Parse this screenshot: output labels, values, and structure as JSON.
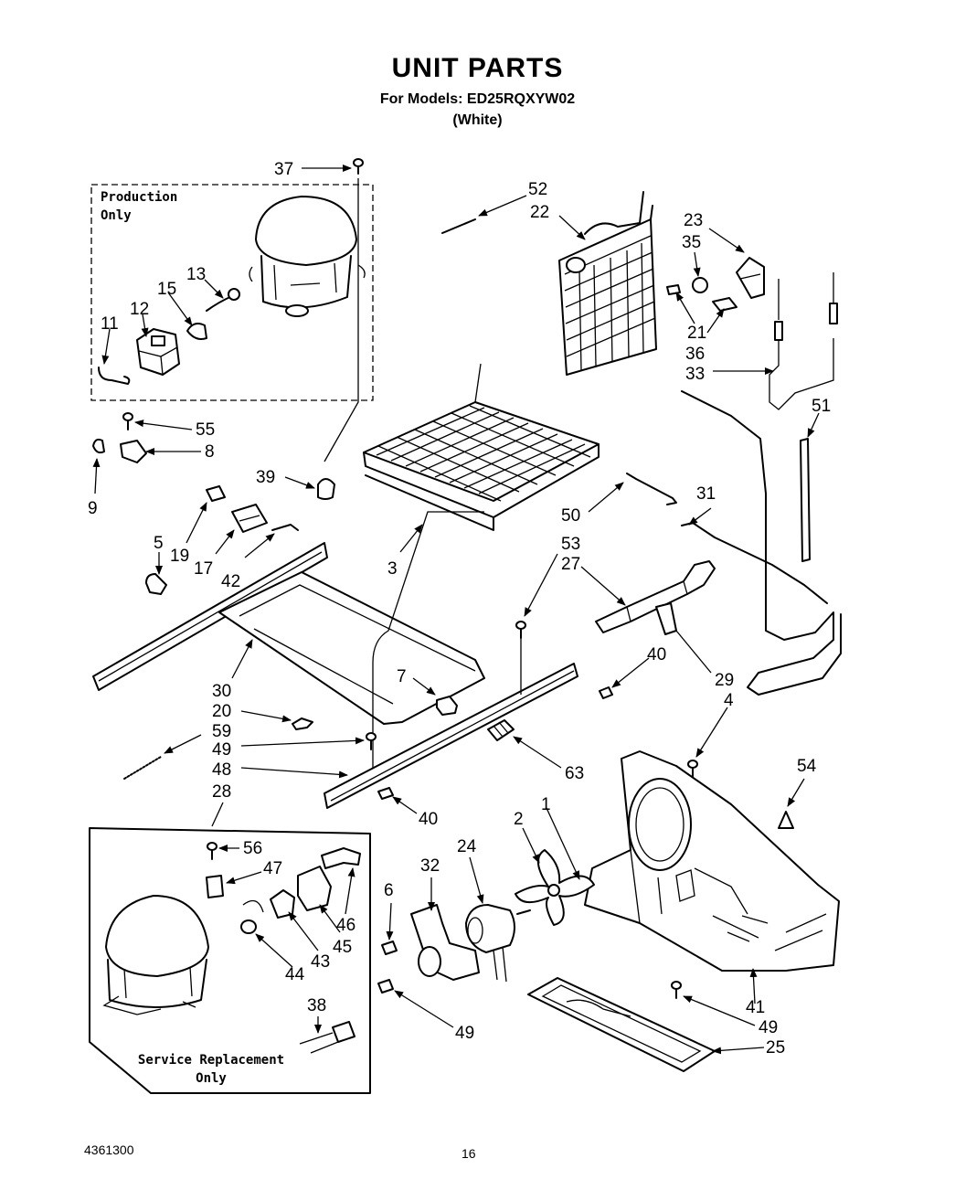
{
  "header": {
    "title": "UNIT PARTS",
    "models": "For Models: ED25RQXYW02",
    "color": "(White)"
  },
  "boxes": {
    "production_line1": "Production",
    "production_line2": "Only",
    "service_line1": "Service Replacement",
    "service_line2": "Only"
  },
  "footer": {
    "doc_number": "4361300",
    "page_number": "16"
  },
  "callouts": [
    {
      "id": "c37",
      "label": "37"
    },
    {
      "id": "c52",
      "label": "52"
    },
    {
      "id": "c22",
      "label": "22"
    },
    {
      "id": "c23",
      "label": "23"
    },
    {
      "id": "c35",
      "label": "35"
    },
    {
      "id": "c13",
      "label": "13"
    },
    {
      "id": "c15",
      "label": "15"
    },
    {
      "id": "c12",
      "label": "12"
    },
    {
      "id": "c11",
      "label": "11"
    },
    {
      "id": "c21",
      "label": "21"
    },
    {
      "id": "c36",
      "label": "36"
    },
    {
      "id": "c33",
      "label": "33"
    },
    {
      "id": "c55",
      "label": "55"
    },
    {
      "id": "c8",
      "label": "8"
    },
    {
      "id": "c9",
      "label": "9"
    },
    {
      "id": "c51",
      "label": "51"
    },
    {
      "id": "c39",
      "label": "39"
    },
    {
      "id": "c50",
      "label": "50"
    },
    {
      "id": "c31",
      "label": "31"
    },
    {
      "id": "c19",
      "label": "19"
    },
    {
      "id": "c17",
      "label": "17"
    },
    {
      "id": "c42",
      "label": "42"
    },
    {
      "id": "c5",
      "label": "5"
    },
    {
      "id": "c3",
      "label": "3"
    },
    {
      "id": "c53",
      "label": "53"
    },
    {
      "id": "c27",
      "label": "27"
    },
    {
      "id": "c40a",
      "label": "40"
    },
    {
      "id": "c29",
      "label": "29"
    },
    {
      "id": "c30",
      "label": "30"
    },
    {
      "id": "c7",
      "label": "7"
    },
    {
      "id": "c4",
      "label": "4"
    },
    {
      "id": "c20",
      "label": "20"
    },
    {
      "id": "c59",
      "label": "59"
    },
    {
      "id": "c49a",
      "label": "49"
    },
    {
      "id": "c48",
      "label": "48"
    },
    {
      "id": "c63",
      "label": "63"
    },
    {
      "id": "c54",
      "label": "54"
    },
    {
      "id": "c28",
      "label": "28"
    },
    {
      "id": "c40b",
      "label": "40"
    },
    {
      "id": "c2",
      "label": "2"
    },
    {
      "id": "c1",
      "label": "1"
    },
    {
      "id": "c56",
      "label": "56"
    },
    {
      "id": "c47",
      "label": "47"
    },
    {
      "id": "c32",
      "label": "32"
    },
    {
      "id": "c24",
      "label": "24"
    },
    {
      "id": "c6",
      "label": "6"
    },
    {
      "id": "c46",
      "label": "46"
    },
    {
      "id": "c45",
      "label": "45"
    },
    {
      "id": "c43",
      "label": "43"
    },
    {
      "id": "c44",
      "label": "44"
    },
    {
      "id": "c41",
      "label": "41"
    },
    {
      "id": "c49b",
      "label": "49"
    },
    {
      "id": "c38",
      "label": "38"
    },
    {
      "id": "c49c",
      "label": "49"
    },
    {
      "id": "c25",
      "label": "25"
    }
  ]
}
